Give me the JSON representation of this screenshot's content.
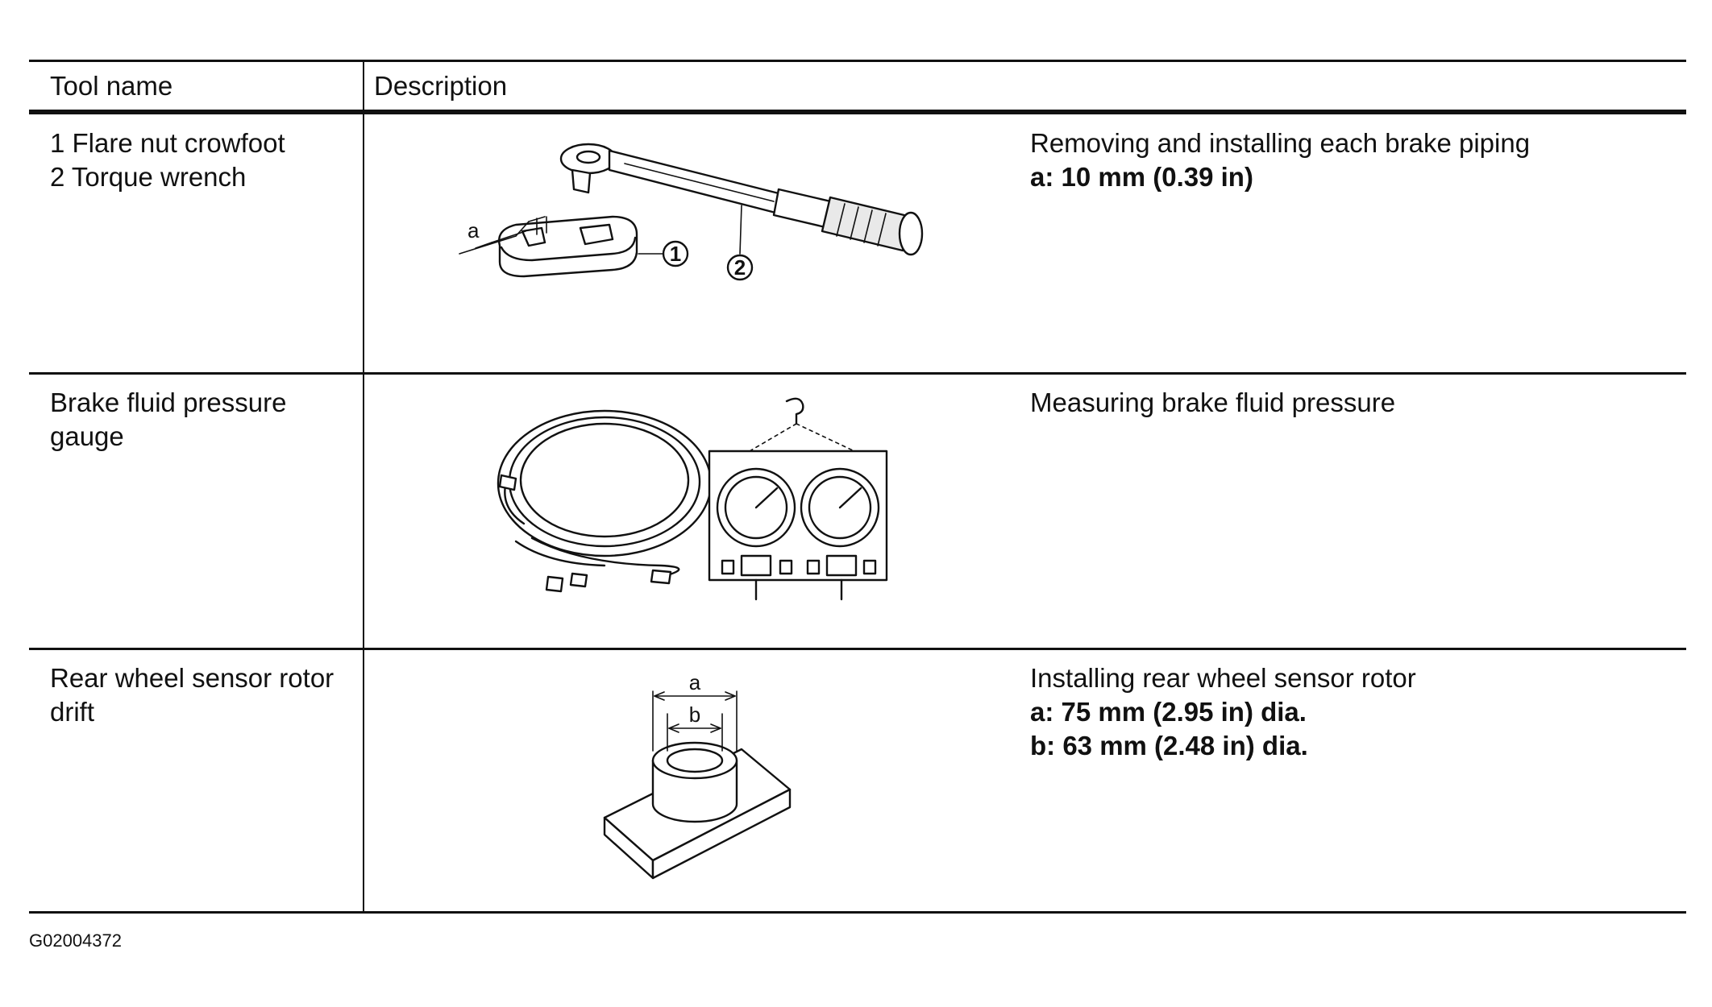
{
  "table": {
    "header": {
      "tool_name": "Tool name",
      "description": "Description"
    },
    "rows": [
      {
        "tool_name": "1 Flare nut crowfoot\n2 Torque wrench",
        "description": "Removing and installing each brake piping",
        "spec_lines": [
          "a: 10 mm (0.39 in)"
        ],
        "illustration": "torque-wrench-and-crowfoot",
        "callouts": {
          "dim_a": "a",
          "num_1": "1",
          "num_2": "2"
        }
      },
      {
        "tool_name": "Brake fluid pressure\ngauge",
        "description": "Measuring brake fluid pressure",
        "spec_lines": [],
        "illustration": "pressure-gauge-set"
      },
      {
        "tool_name": "Rear wheel sensor rotor\ndrift",
        "description": "Installing rear wheel sensor rotor",
        "spec_lines": [
          "a: 75 mm (2.95 in) dia.",
          "b: 63 mm (2.48 in) dia."
        ],
        "illustration": "sensor-rotor-drift",
        "callouts": {
          "dim_a": "a",
          "dim_b": "b"
        }
      }
    ]
  },
  "figure_id": "G02004372"
}
